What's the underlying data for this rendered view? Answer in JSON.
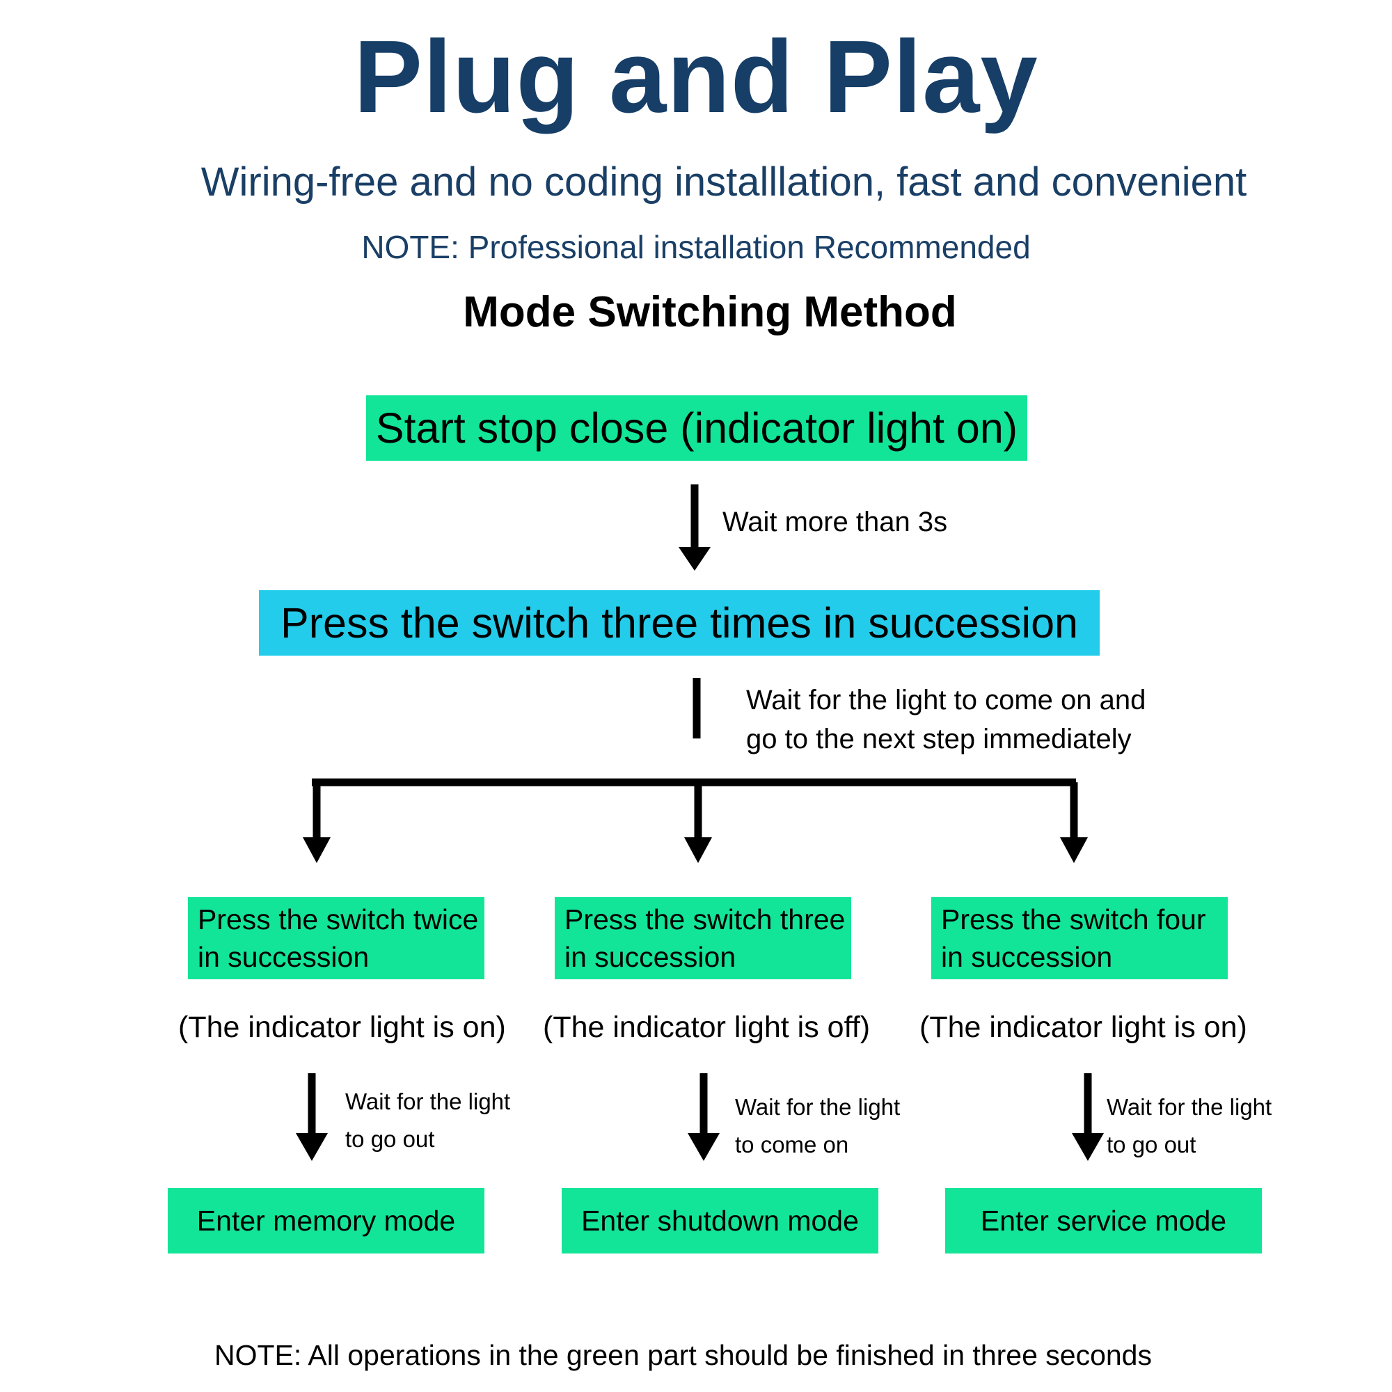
{
  "header": {
    "title": "Plug and Play",
    "subtitle": "Wiring-free and no coding installlation, fast and convenient",
    "note": "NOTE: Professional installation Recommended",
    "heading": "Mode Switching Method"
  },
  "flow": {
    "start": "Start stop close (indicator light on)",
    "wait_3s": "Wait more than 3s",
    "press_three": "Press the switch three times in succession",
    "wait_next_line1": "Wait for the light to come on and",
    "wait_next_line2": "go to the next step immediately",
    "branches": [
      {
        "press_line1": "Press the switch twice",
        "press_line2": "in succession",
        "indicator": "(The indicator light is on)",
        "wait_line1": "Wait for the light",
        "wait_line2": "to go out",
        "mode": "Enter memory mode"
      },
      {
        "press_line1": "Press the switch three",
        "press_line2": "in succession",
        "indicator": "(The indicator light is off)",
        "wait_line1": "Wait for the light",
        "wait_line2": "to come on",
        "mode": "Enter shutdown mode"
      },
      {
        "press_line1": "Press the switch four",
        "press_line2": "in succession",
        "indicator": "(The indicator light is on)",
        "wait_line1": "Wait for the light",
        "wait_line2": "to go out",
        "mode": "Enter service mode"
      }
    ]
  },
  "footer": {
    "note": "NOTE: All operations in the green part should be finished in three seconds"
  },
  "colors": {
    "title": "#163e67",
    "green_box": "#13e598",
    "blue_box": "#23ccea",
    "lines": "#000000"
  }
}
